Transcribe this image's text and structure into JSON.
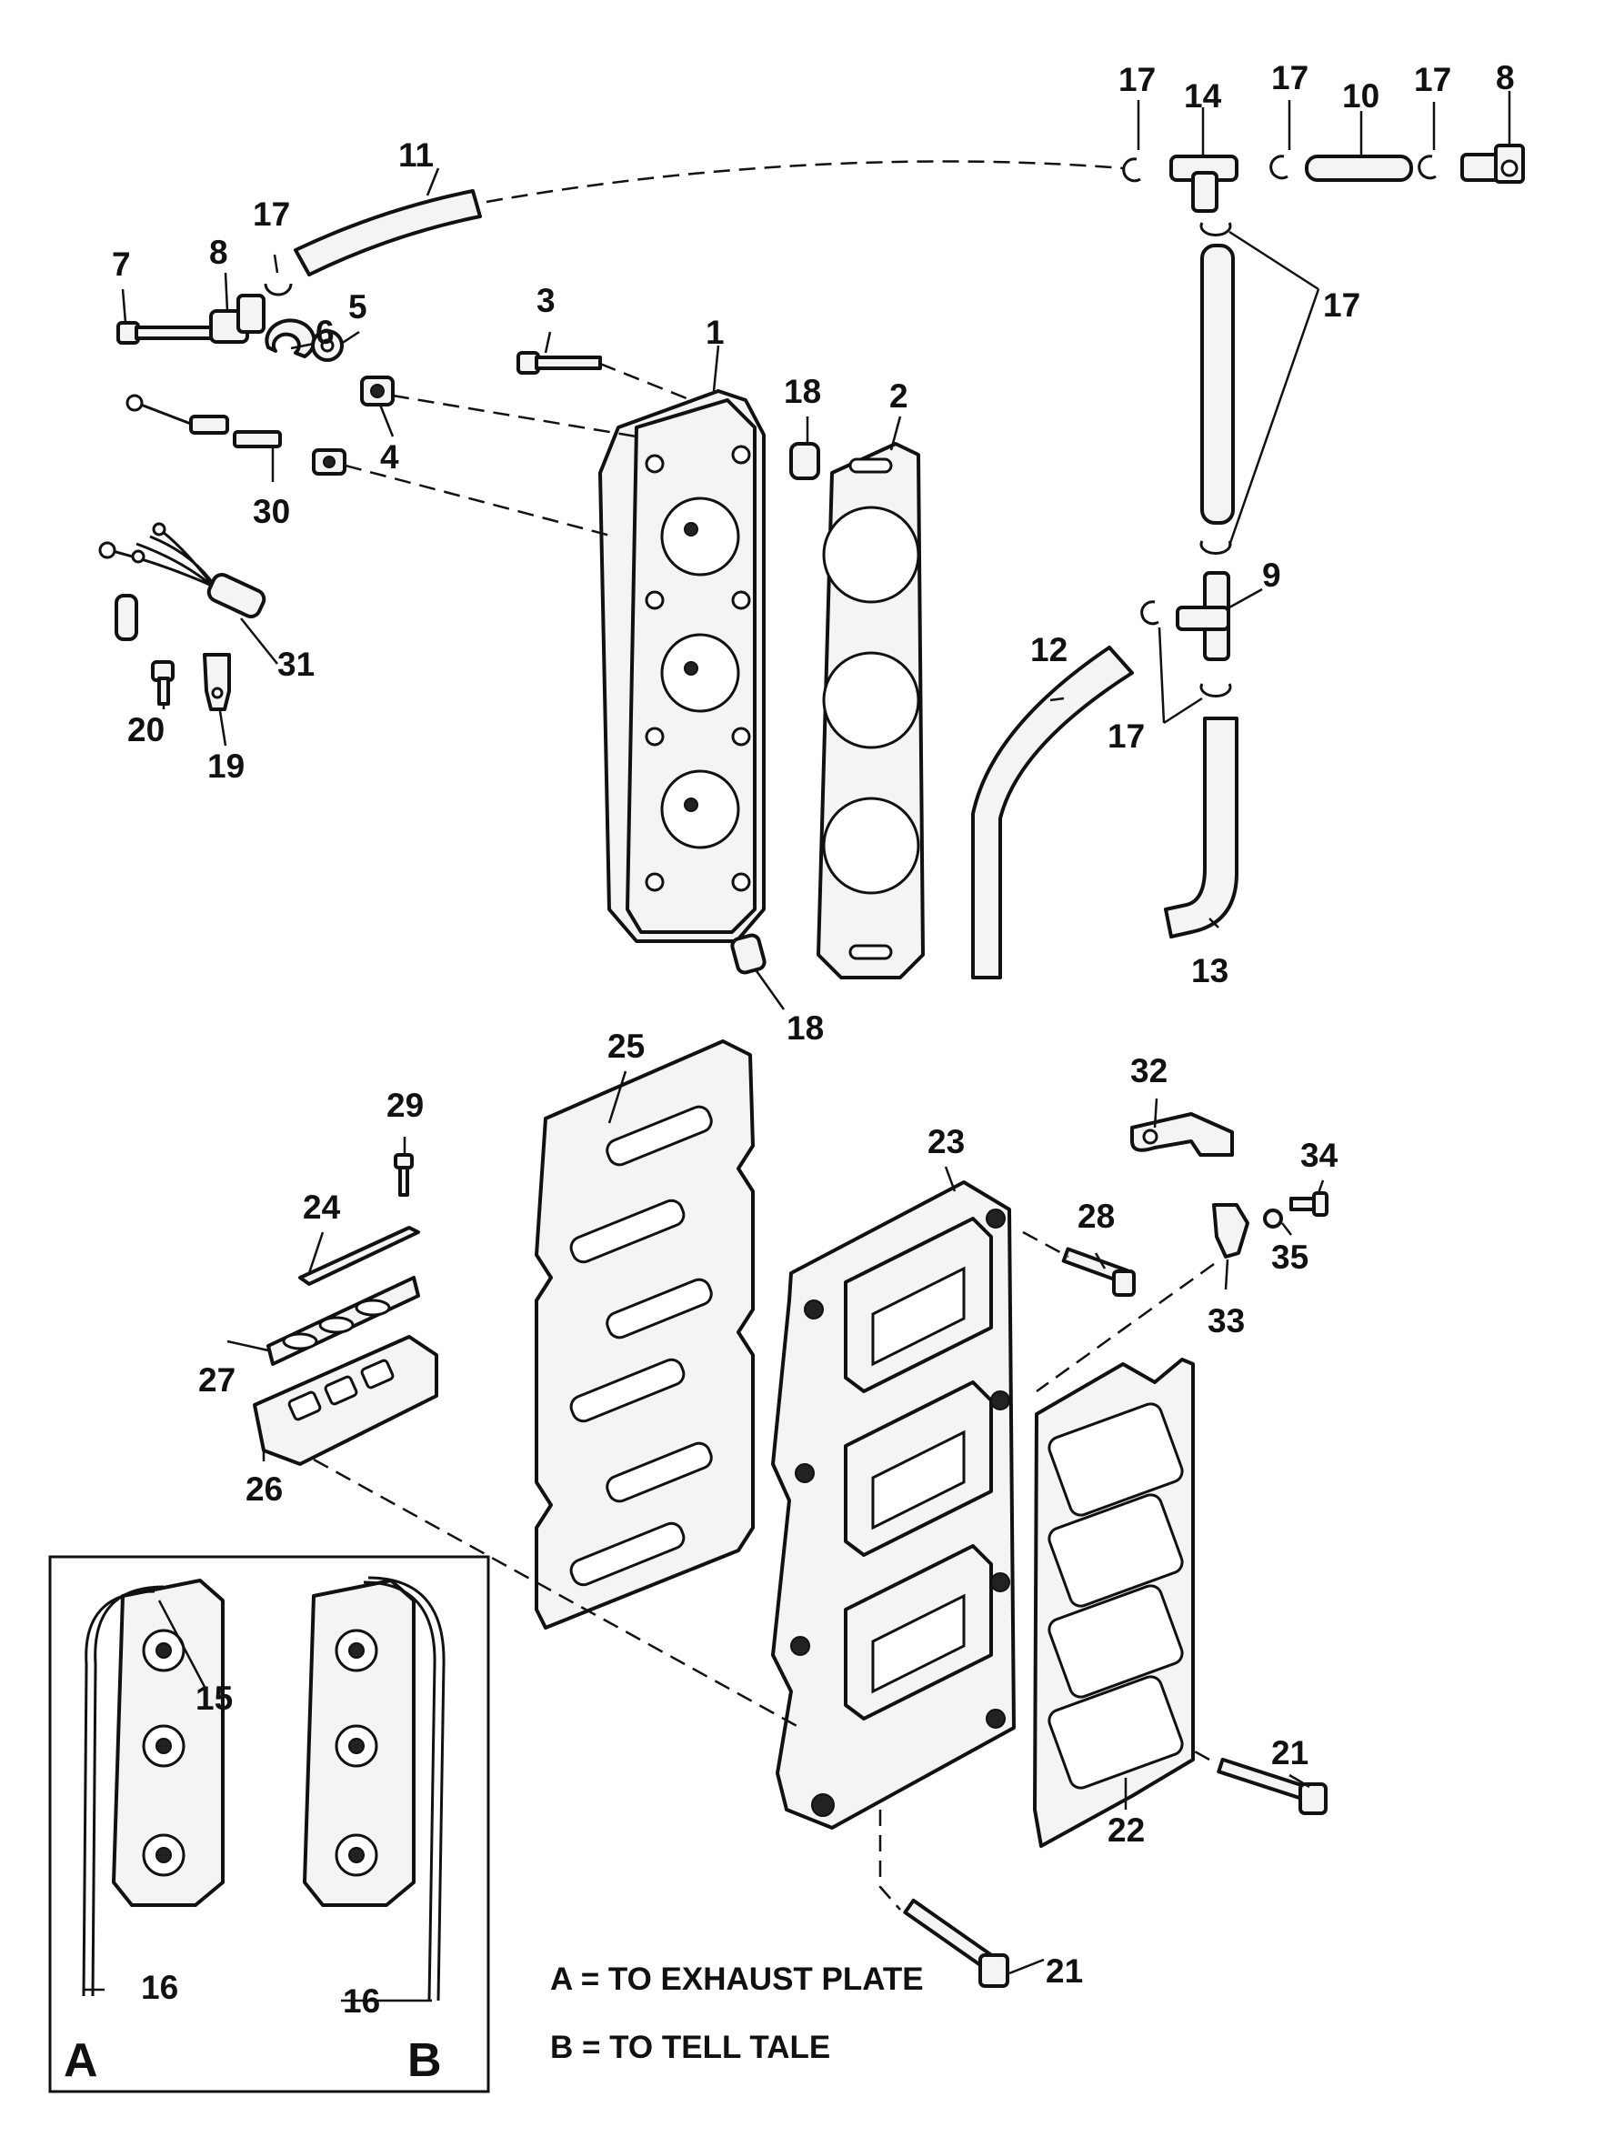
{
  "callouts": {
    "c1": "1",
    "c2": "2",
    "c3": "3",
    "c4": "4",
    "c5": "5",
    "c6": "6",
    "c7": "7",
    "c8a": "8",
    "c8b": "8",
    "c9": "9",
    "c10": "10",
    "c11": "11",
    "c12": "12",
    "c13": "13",
    "c14": "14",
    "c15": "15",
    "c16a": "16",
    "c16b": "16",
    "c17a": "17",
    "c17b": "17",
    "c17c": "17",
    "c17d": "17",
    "c17e": "17",
    "c17f": "17",
    "c18a": "18",
    "c18b": "18",
    "c19": "19",
    "c20": "20",
    "c21a": "21",
    "c21b": "21",
    "c22": "22",
    "c23": "23",
    "c24": "24",
    "c25": "25",
    "c26": "26",
    "c27": "27",
    "c28": "28",
    "c29": "29",
    "c30": "30",
    "c31": "31",
    "c32": "32",
    "c33": "33",
    "c34": "34",
    "c35": "35"
  },
  "inset": {
    "label_a": "A",
    "label_b": "B"
  },
  "notes": {
    "a": "A = TO EXHAUST PLATE",
    "b": "B =  TO TELL TALE"
  }
}
